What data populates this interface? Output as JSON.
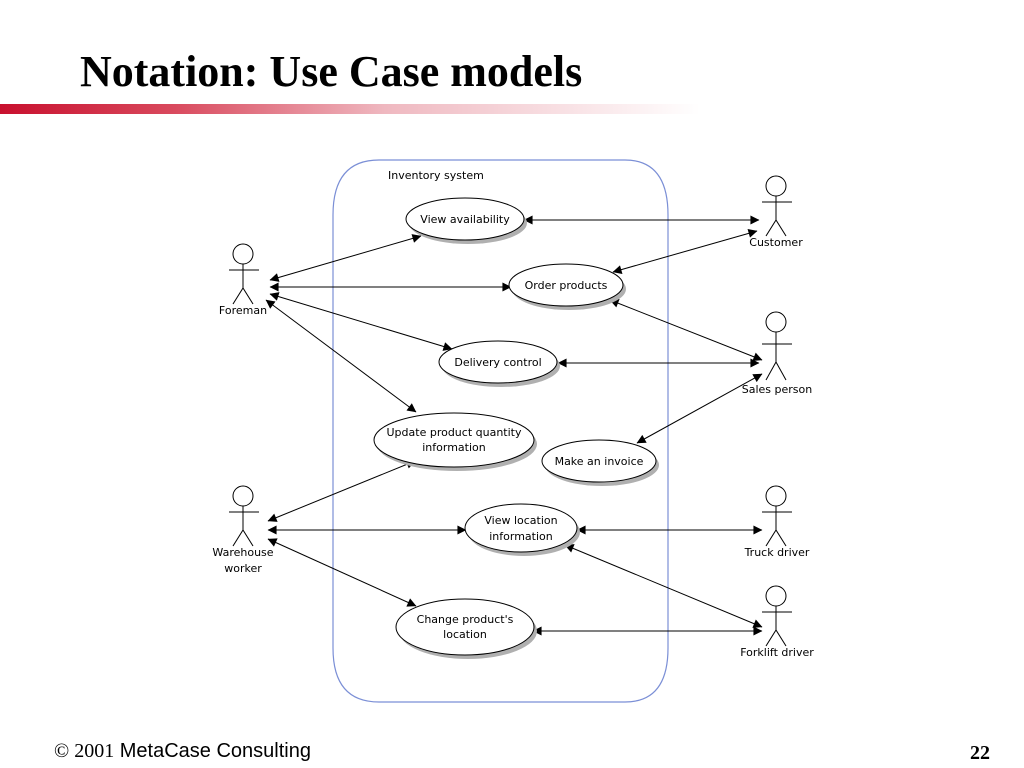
{
  "slide": {
    "title": "Notation: Use Case models",
    "footer_copyright": "© 2001",
    "footer_company": "MetaCase Consulting",
    "page_number": "22"
  },
  "diagram": {
    "system_name": "Inventory system",
    "actors": {
      "foreman": "Foreman",
      "warehouse_worker_line1": "Warehouse",
      "warehouse_worker_line2": "worker",
      "customer": "Customer",
      "sales_person": "Sales person",
      "truck_driver": "Truck driver",
      "forklift_driver": "Forklift driver"
    },
    "use_cases": {
      "view_availability": "View availability",
      "order_products": "Order products",
      "delivery_control": "Delivery control",
      "update_quantity_line1": "Update product quantity",
      "update_quantity_line2": "information",
      "make_invoice": "Make an invoice",
      "view_location_line1": "View location",
      "view_location_line2": "information",
      "change_location_line1": "Change product's",
      "change_location_line2": "location"
    },
    "colors": {
      "system_border": "#7b8fd6",
      "ellipse_shadow": "#b0b0b0"
    }
  }
}
